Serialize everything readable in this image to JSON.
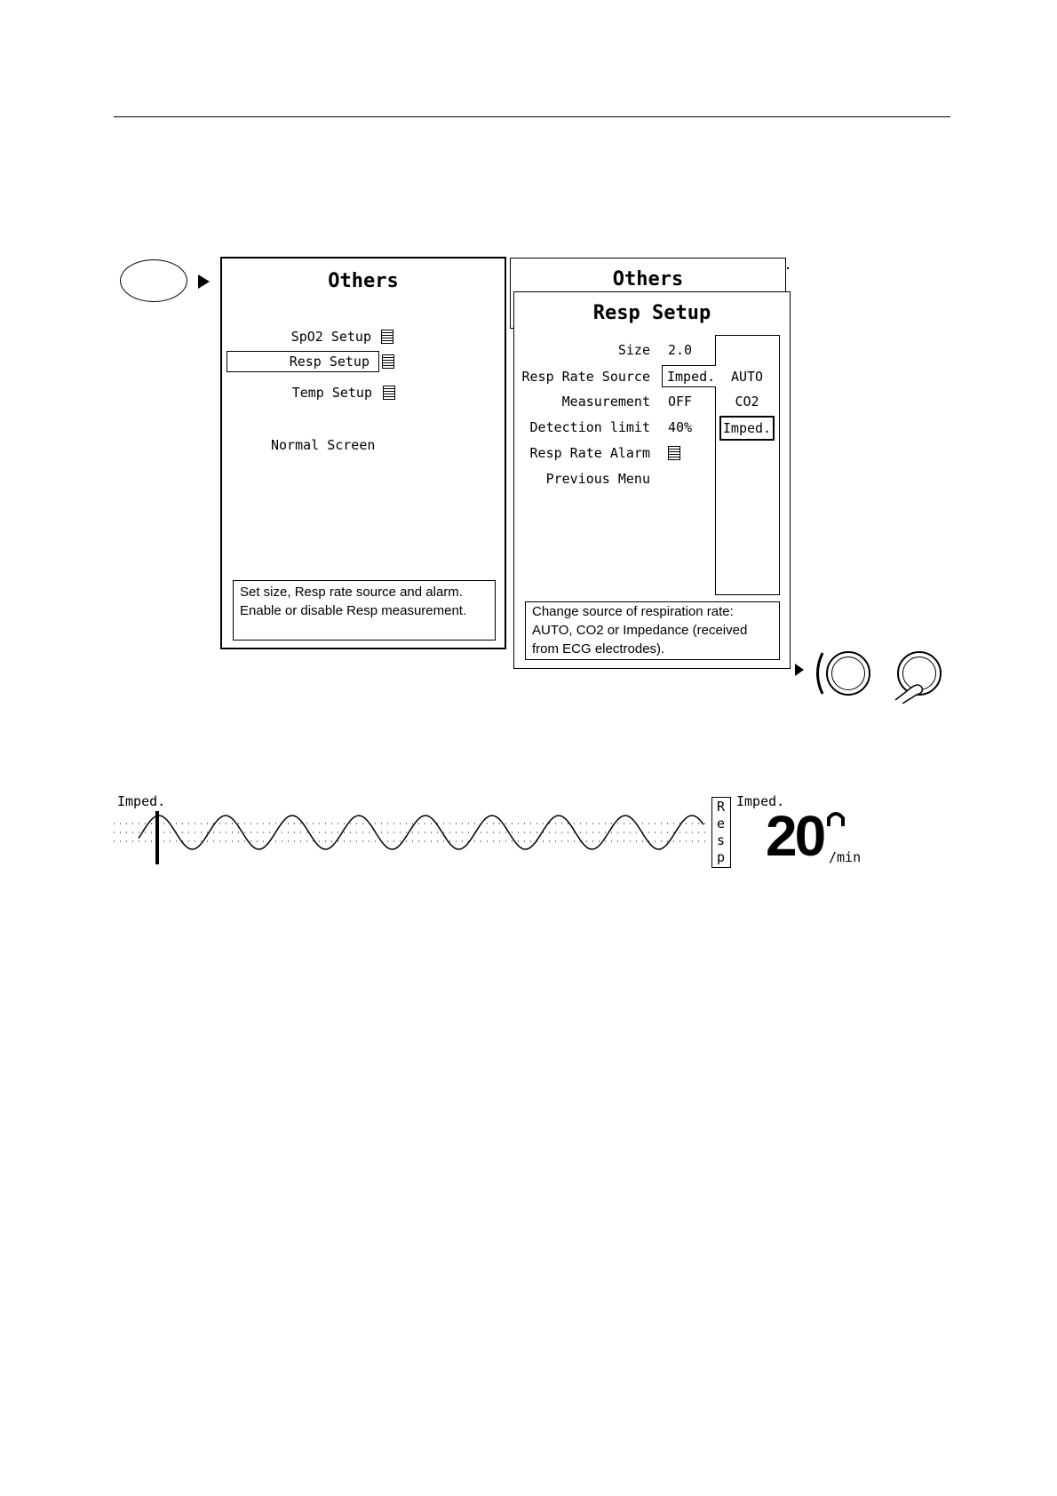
{
  "left_panel": {
    "title": "Others",
    "items": [
      {
        "label": "SpO2 Setup",
        "has_submenu": true
      },
      {
        "label": "Resp Setup",
        "has_submenu": true,
        "selected": true
      },
      {
        "label": "Temp Setup",
        "has_submenu": true
      },
      {
        "label": "Normal Screen",
        "has_submenu": false
      }
    ],
    "help": "Set size, Resp rate source and alarm. Enable or disable Resp measurement."
  },
  "right_panel": {
    "back_title": "Others",
    "title": "Resp Setup",
    "rows": [
      {
        "label": "Size",
        "value": "2.0"
      },
      {
        "label": "Resp Rate Source",
        "value": "Imped."
      },
      {
        "label": "Measurement",
        "value": "OFF"
      },
      {
        "label": "Detection limit",
        "value": "40%"
      },
      {
        "label": "Resp Rate Alarm",
        "value": "",
        "has_submenu": true
      },
      {
        "label": "Previous Menu",
        "value": ""
      }
    ],
    "dropdown": {
      "options": [
        "AUTO",
        "CO2",
        "Imped."
      ],
      "selected": "Imped."
    },
    "help": "Change source of respiration rate: AUTO, CO2 or Impedance (received from ECG electrodes)."
  },
  "waveform": {
    "label": "Imped.",
    "tab_letters": [
      "R",
      "e",
      "s",
      "p"
    ]
  },
  "numeric": {
    "source": "Imped.",
    "value": "20",
    "unit": "/min"
  },
  "icons": {
    "submenu": "submenu-page-icon",
    "knob": "rotary-knob-icon",
    "press": "press-knob-icon",
    "alarm_off": "alarm-off-icon"
  }
}
